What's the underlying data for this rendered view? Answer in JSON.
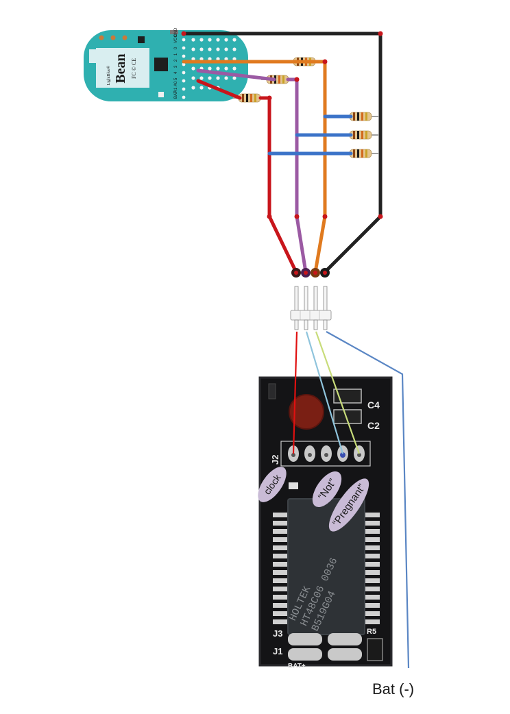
{
  "bean_board": {
    "brand": "LightBlue®",
    "name": "Bean",
    "cert": "FC © CE",
    "pins": [
      "GND",
      "VCC",
      "0",
      "1",
      "2",
      "3",
      "4",
      "5",
      "A0",
      "A1",
      "BAT"
    ]
  },
  "pcb": {
    "header_label": "J2",
    "silk_c4": "C4",
    "silk_c2": "C2",
    "silk_j3": "J3",
    "silk_j1": "J1",
    "silk_r5": "R5",
    "silk_bat": "BAT+",
    "chip_brand": "HOLTEK",
    "chip_line1": "HT48C06 0036",
    "chip_line2": "B519G04"
  },
  "annotations": {
    "clock": "clock",
    "not": "“Not”",
    "pregnant": "“Pregnant”",
    "bat_neg": "Bat (-)"
  },
  "colors": {
    "bean_teal": "#2fb0b0",
    "wire_red": "#c8151b",
    "wire_purple": "#9b5aa3",
    "wire_orange": "#e07a1f",
    "wire_black": "#222222",
    "wire_blue": "#3b73c8",
    "line_red": "#e01010",
    "line_lightblue": "#8fc4dc",
    "line_yellowgreen": "#c8dc7a",
    "line_batblue": "#5a86c4",
    "label_bubble": "#c9bbd6"
  }
}
